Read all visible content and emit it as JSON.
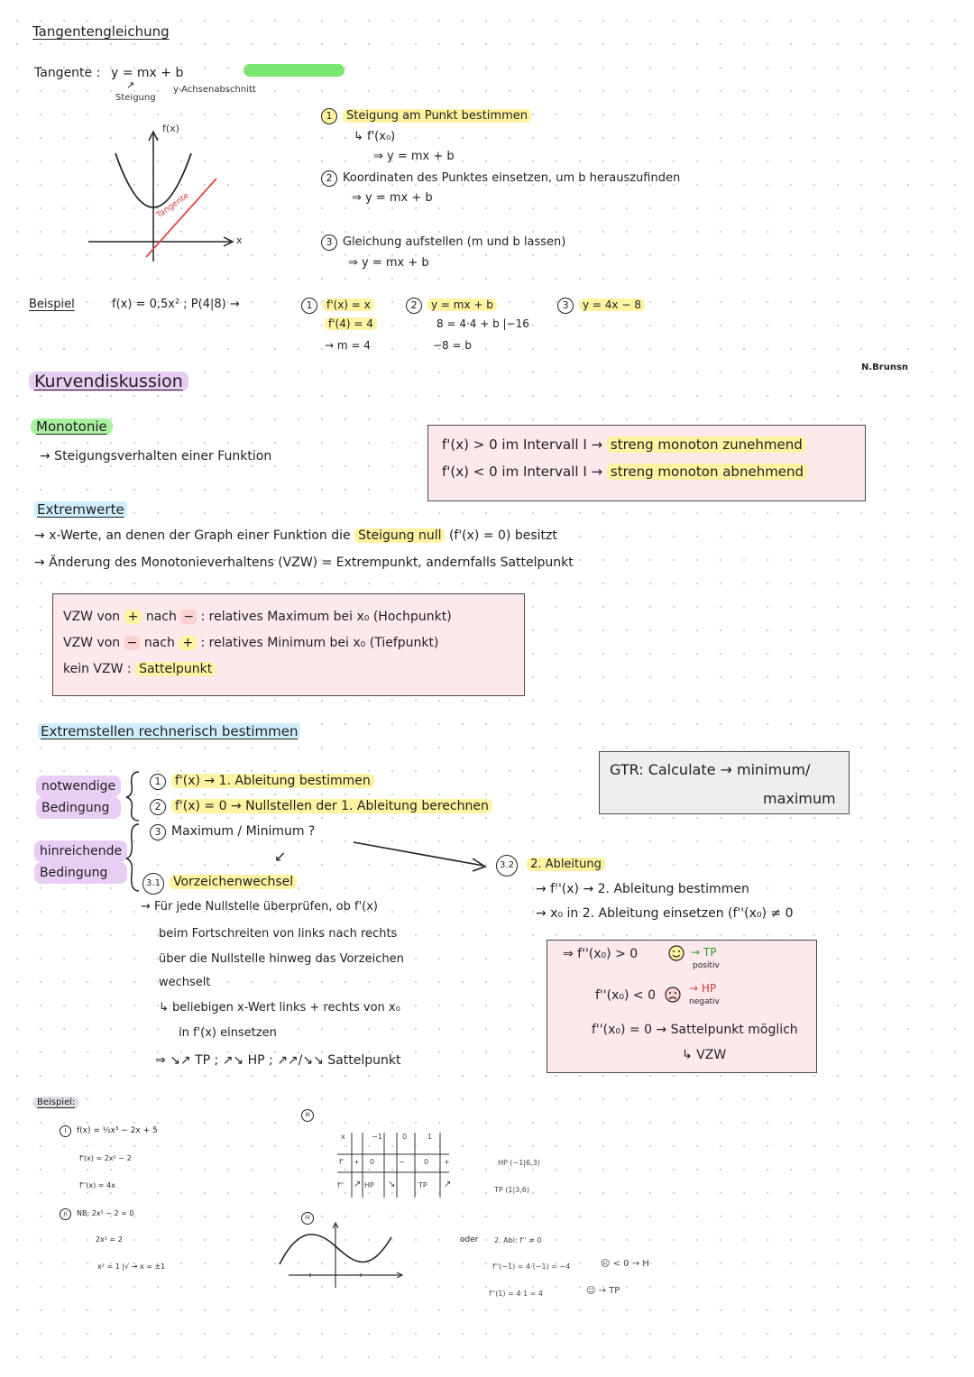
{
  "tangent": {
    "title": "Tangentengleichung",
    "label": "Tangente :",
    "equation": "y = mx + b",
    "arrow_up": "↗",
    "steigung": "Steigung",
    "y_axis_note": "y-Achsenabschnitt",
    "graph_fx": "f(x)",
    "graph_x": "x",
    "graph_tangent": "Tangente",
    "step1": "Steigung am Punkt bestimmen",
    "step1_a": "↳ f'(x₀)",
    "step1_b": "⇒ y = mx + b",
    "step2": "Koordinaten des Punktes einsetzen, um b herauszufinden",
    "step2_a": "⇒ y = mx + b",
    "step3": "Gleichung aufstellen (m und b lassen)",
    "step3_a": "⇒ y = mx + b",
    "example_label": "Beispiel",
    "example_fn": "f(x) = 0,5x²  ;  P(4|8)  →",
    "ex1_a": "f'(x) = x",
    "ex1_b": "f'(4) = 4",
    "ex1_c": "→ m = 4",
    "ex2_a": "y = mx + b",
    "ex2_b": "8 = 4·4 + b  |−16",
    "ex2_c": "−8 = b",
    "ex3": "y = 4x − 8",
    "author": "N.Brunsn"
  },
  "kurv": {
    "title": "Kurvendiskussion",
    "monotonie": "Monotonie",
    "mono_desc": "→ Steigungsverhalten einer Funktion",
    "mono_1a": "f'(x) > 0  im Intervall I  →",
    "mono_1b": "streng monoton zunehmend",
    "mono_2a": "f'(x) < 0  im Intervall I  →",
    "mono_2b": "streng monoton abnehmend",
    "extremwerte": "Extremwerte",
    "ext_1a": "→ x-Werte, an denen der Graph einer Funktion die",
    "ext_1b": "Steigung null",
    "ext_1c": "(f'(x) = 0) besitzt",
    "ext_2": "→ Änderung des Monotonieverhaltens (VZW) = Extrempunkt, andernfalls Sattelpunkt",
    "vzw_1a": "VZW von",
    "vzw_1plus": "+",
    "vzw_1b": "nach",
    "vzw_1minus": "−",
    "vzw_1c": ": relatives Maximum bei x₀ (Hochpunkt)",
    "vzw_2a": "VZW von",
    "vzw_2minus": "−",
    "vzw_2b": "nach",
    "vzw_2plus": "+",
    "vzw_2c": ": relatives Minimum bei x₀ (Tiefpunkt)",
    "vzw_3a": "kein VZW :",
    "vzw_3b": "Sattelpunkt"
  },
  "extrem": {
    "title": "Extremstellen rechnerisch bestimmen",
    "notwendige_1": "notwendige",
    "notwendige_2": "Bedingung",
    "hinreichende_1": "hinreichende",
    "hinreichende_2": "Bedingung",
    "n1": "1",
    "s1": "f'(x)  → 1. Ableitung bestimmen",
    "n2": "2",
    "s2": "f'(x) = 0  → Nullstellen der 1. Ableitung berechnen",
    "n3": "3",
    "s3": "Maximum / Minimum ?",
    "down_arrow": "↙",
    "n31": "3.1",
    "s31": "Vorzeichenwechsel",
    "s31_a": "→ Für jede Nullstelle überprüfen, ob f'(x)",
    "s31_b": "beim Fortschreiten von links nach rechts",
    "s31_c": "über die Nullstelle hinweg das Vorzeichen",
    "s31_d": "wechselt",
    "s31_e": "↳ beliebigen x-Wert links + rechts von x₀",
    "s31_f": "in f'(x) einsetzen",
    "s31_g": "⇒ ↘↗ TP ; ↗↘ HP ; ↗↗/↘↘ Sattelpunkt",
    "gtr_1": "GTR: Calculate → minimum/",
    "gtr_2": "maximum",
    "n32": "3.2",
    "s32": "2. Ableitung",
    "s32_a": "→ f''(x) → 2. Ableitung bestimmen",
    "s32_b": "→ x₀ in 2. Ableitung einsetzen (f''(x₀) ≠ 0",
    "b2_1": "⇒  f''(x₀) > 0",
    "b2_1r": "→ TP",
    "b2_1s": "positiv",
    "b2_2": "f''(x₀) < 0",
    "b2_2r": "→ HP",
    "b2_2s": "negativ",
    "b2_3": "f''(x₀) = 0 → Sattelpunkt möglich",
    "b2_4": "↳ VZW"
  },
  "beispiel2": {
    "label": "Beispiel:",
    "r1": "I",
    "l1": "f(x) = ⅓x³ − 2x + 5",
    "l2": "f'(x) = 2x² − 2",
    "l3": "f''(x) = 4x",
    "r2": "II",
    "l4": "NB: 2x² − 2 = 0",
    "l5": "2x² = 2",
    "l6": "x² = 1  |√  →  x = ±1",
    "r3": "III",
    "tbl_x": "x",
    "tbl_v1": "−1",
    "tbl_v2": "0",
    "tbl_v3": "1",
    "tbl_f1": "f'",
    "tbl_f2": "f''",
    "tbl_plus1": "+",
    "tbl_o1": "0",
    "tbl_minus": "−",
    "tbl_o2": "0",
    "tbl_plus2": "+",
    "tbl_a1": "↗",
    "tbl_hp": "HP",
    "tbl_a2": "↘",
    "tbl_tp": "TP",
    "tbl_a3": "↗",
    "r4": "IV",
    "hp": "HP (−1|6,3)",
    "tp": "TP (1|3,6)",
    "oder": "oder",
    "abl": "2. Abl:  f'' ≠ 0",
    "c1": "f''(−1) = 4·(−1) = −4",
    "c1r": "< 0 → H",
    "c2": "f''(1) = 4·1 = 4",
    "c2r": "→ TP"
  }
}
